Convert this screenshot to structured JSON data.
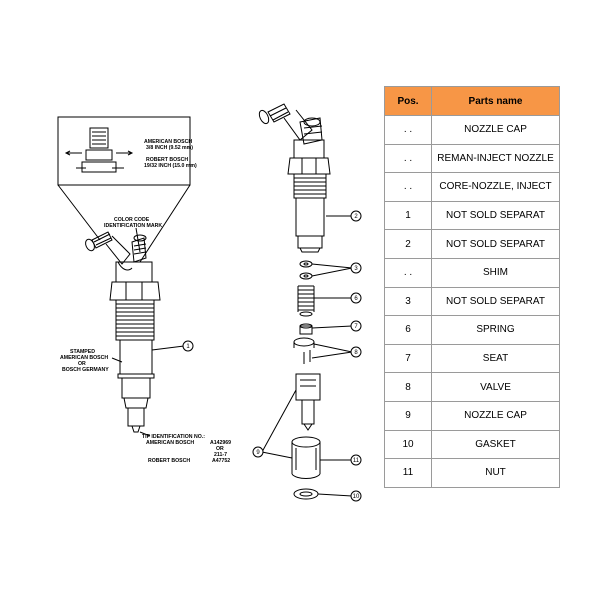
{
  "diagram": {
    "inset_labels": {
      "american_bosch": "AMERICAN BOSCH",
      "american_bosch_size": "3/8 INCH (9.52 mm)",
      "robert_bosch": "ROBERT BOSCH",
      "robert_bosch_size": "19/32 INCH (15.0 mm)"
    },
    "color_code_line1": "COLOR CODE",
    "color_code_line2": "IDENTIFICATION MARK",
    "stamped_lines": [
      "STAMPED",
      "AMERICAN BOSCH",
      "OR",
      "BOSCH GERMANY"
    ],
    "tip_id": {
      "title": "TIP IDENTIFICATION NO.:",
      "american_bosch": "AMERICAN BOSCH",
      "ab_num1": "A142969",
      "or1": "OR",
      "ab_num2": "211-7",
      "robert_bosch": "ROBERT BOSCH",
      "rb_num": "A47752"
    },
    "callouts": [
      "1",
      "2",
      "3",
      "6",
      "7",
      "8",
      "9",
      "11",
      "10"
    ]
  },
  "parts_table": {
    "header_color": "#f79646",
    "headers": {
      "pos": "Pos.",
      "name": "Parts name"
    },
    "rows": [
      {
        "pos": ". .",
        "name": "NOZZLE CAP"
      },
      {
        "pos": ". .",
        "name": "REMAN-INJECT NOZZLE"
      },
      {
        "pos": ". .",
        "name": "CORE-NOZZLE, INJECT"
      },
      {
        "pos": "1",
        "name": "NOT SOLD SEPARAT"
      },
      {
        "pos": "2",
        "name": "NOT SOLD SEPARAT"
      },
      {
        "pos": ". .",
        "name": "SHIM"
      },
      {
        "pos": "3",
        "name": "NOT SOLD SEPARAT"
      },
      {
        "pos": "6",
        "name": "SPRING"
      },
      {
        "pos": "7",
        "name": "SEAT"
      },
      {
        "pos": "8",
        "name": "VALVE"
      },
      {
        "pos": "9",
        "name": "NOZZLE CAP"
      },
      {
        "pos": "10",
        "name": "GASKET"
      },
      {
        "pos": "11",
        "name": "NUT"
      }
    ]
  }
}
